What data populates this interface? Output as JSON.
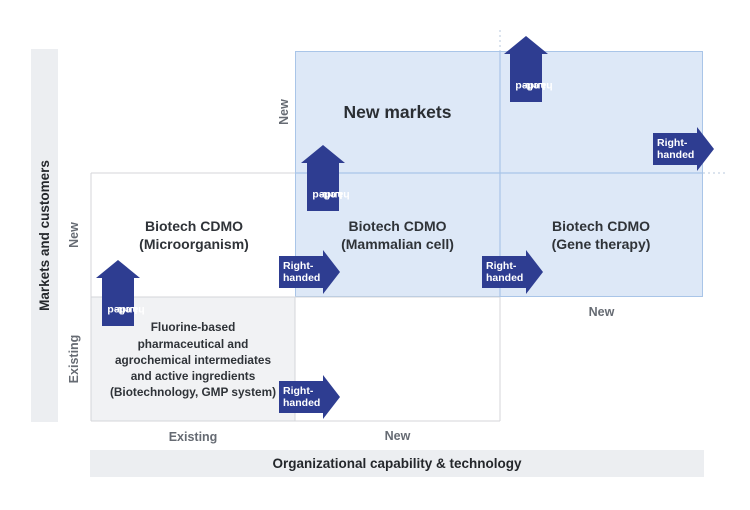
{
  "axes": {
    "x_title": "Organizational capability & technology",
    "y_title": "Markets and customers",
    "x_ticks": [
      "Existing",
      "New",
      "New"
    ],
    "y_ticks": [
      "Existing",
      "New",
      "New"
    ]
  },
  "regions": {
    "new_markets_title": "New markets"
  },
  "cells": [
    {
      "line1": "Fluorine-based",
      "line2": "pharmaceutical and",
      "line3": "agrochemical intermediates",
      "line4": "and active ingredients",
      "line5": "(Biotechnology, GMP system)"
    },
    {
      "line1": "Biotech CDMO",
      "line2": "(Microorganism)"
    },
    {
      "line1": "Biotech CDMO",
      "line2": "(Mammalian cell)"
    },
    {
      "line1": "Biotech CDMO",
      "line2": "(Gene therapy)"
    }
  ],
  "arrows": {
    "right_line1": "Right-",
    "right_line2": "handed",
    "left_line1": "Left-",
    "left_line2": "handed"
  },
  "colors": {
    "arrow": "#2e3d91",
    "new_markets_fill": "#dde8f7",
    "new_markets_border": "#a9c5e8",
    "existing_fill": "#f1f2f4",
    "axis_band": "#eceef1"
  }
}
